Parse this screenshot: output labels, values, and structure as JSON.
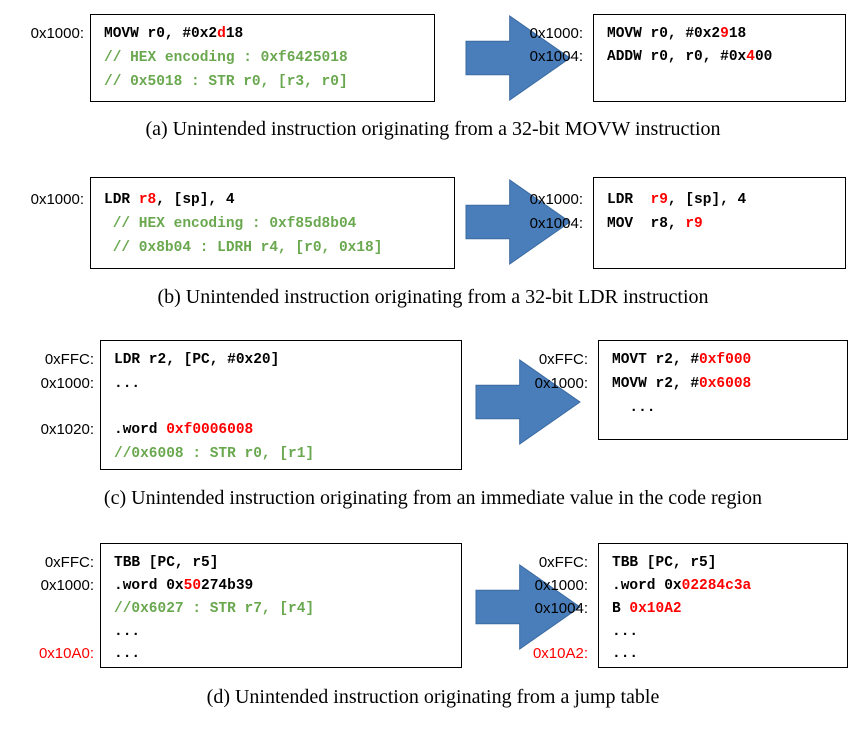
{
  "colors": {
    "text": "#000000",
    "comment": "#6aa84f",
    "highlight": "#ff0000",
    "arrow_fill": "#4a7ebb",
    "arrow_stroke": "#3a6aa0"
  },
  "panels": [
    {
      "id": "a",
      "caption": "(a) Unintended instruction originating from a 32-bit MOVW instruction",
      "left_addresses": [
        {
          "text": "0x1000:",
          "color": "text"
        }
      ],
      "left_lines": [
        [
          {
            "t": "MOVW r0, #0x2",
            "c": "text"
          },
          {
            "t": "d",
            "c": "highlight"
          },
          {
            "t": "18",
            "c": "text"
          }
        ],
        [
          {
            "t": "// HEX encoding : 0xf6425018",
            "c": "comment"
          }
        ],
        [
          {
            "t": "// 0x5018 : STR r0, [r3, r0]",
            "c": "comment"
          }
        ]
      ],
      "right_addresses": [
        {
          "text": "0x1000:",
          "color": "text"
        },
        {
          "text": "0x1004:",
          "color": "text"
        }
      ],
      "right_lines": [
        [
          {
            "t": "MOVW r0, #0x2",
            "c": "text"
          },
          {
            "t": "9",
            "c": "highlight"
          },
          {
            "t": "18",
            "c": "text"
          }
        ],
        [
          {
            "t": "ADDW r0, r0, #0x",
            "c": "text"
          },
          {
            "t": "4",
            "c": "highlight"
          },
          {
            "t": "00",
            "c": "text"
          }
        ]
      ]
    },
    {
      "id": "b",
      "caption": "(b) Unintended instruction originating from a 32-bit LDR instruction",
      "left_addresses": [
        {
          "text": "0x1000:",
          "color": "text"
        }
      ],
      "left_lines": [
        [
          {
            "t": "LDR ",
            "c": "text"
          },
          {
            "t": "r8",
            "c": "highlight"
          },
          {
            "t": ", [sp], 4",
            "c": "text"
          }
        ],
        [
          {
            "t": " // HEX encoding : 0xf85d8b04",
            "c": "comment"
          }
        ],
        [
          {
            "t": " // 0x8b04 : LDRH r4, [r0, 0x18]",
            "c": "comment"
          }
        ]
      ],
      "right_addresses": [
        {
          "text": "0x1000:",
          "color": "text"
        },
        {
          "text": "0x1004:",
          "color": "text"
        }
      ],
      "right_lines": [
        [
          {
            "t": "LDR  ",
            "c": "text"
          },
          {
            "t": "r9",
            "c": "highlight"
          },
          {
            "t": ", [sp], 4",
            "c": "text"
          }
        ],
        [
          {
            "t": "MOV  r8, ",
            "c": "text"
          },
          {
            "t": "r9",
            "c": "highlight"
          }
        ]
      ]
    },
    {
      "id": "c",
      "caption": "(c) Unintended instruction originating from an immediate value in the code region",
      "left_addresses": [
        {
          "text": "0xFFC:",
          "color": "text"
        },
        {
          "text": "0x1000:",
          "color": "text"
        },
        {
          "text": "",
          "color": "text"
        },
        {
          "text": "0x1020:",
          "color": "text"
        }
      ],
      "left_lines": [
        [
          {
            "t": "LDR r2, [PC, #0x20]",
            "c": "text"
          }
        ],
        [
          {
            "t": "...",
            "c": "text"
          }
        ],
        [
          {
            "t": "",
            "c": "text"
          }
        ],
        [
          {
            "t": ".word ",
            "c": "text"
          },
          {
            "t": "0xf0006008",
            "c": "highlight"
          }
        ],
        [
          {
            "t": "//0x6008 : STR r0, [r1]",
            "c": "comment"
          }
        ]
      ],
      "right_addresses": [
        {
          "text": "0xFFC:",
          "color": "text"
        },
        {
          "text": "0x1000:",
          "color": "text"
        }
      ],
      "right_lines": [
        [
          {
            "t": "MOVT r2, #",
            "c": "text"
          },
          {
            "t": "0xf000",
            "c": "highlight"
          }
        ],
        [
          {
            "t": "MOVW r2, #",
            "c": "text"
          },
          {
            "t": "0x6008",
            "c": "highlight"
          }
        ],
        [
          {
            "t": "  ...",
            "c": "text"
          }
        ]
      ]
    },
    {
      "id": "d",
      "caption": "(d) Unintended instruction originating from a jump table",
      "left_addresses": [
        {
          "text": "0xFFC:",
          "color": "text"
        },
        {
          "text": "0x1000:",
          "color": "text"
        },
        {
          "text": "",
          "color": "text"
        },
        {
          "text": "",
          "color": "text"
        },
        {
          "text": "0x10A0:",
          "color": "highlight"
        }
      ],
      "left_lines": [
        [
          {
            "t": "TBB [PC, r5]",
            "c": "text"
          }
        ],
        [
          {
            "t": ".word 0x",
            "c": "text"
          },
          {
            "t": "50",
            "c": "highlight"
          },
          {
            "t": "274b39",
            "c": "text"
          }
        ],
        [
          {
            "t": "//0x6027 : STR r7, [r4]",
            "c": "comment"
          }
        ],
        [
          {
            "t": "...",
            "c": "text"
          }
        ],
        [
          {
            "t": "...",
            "c": "text"
          }
        ]
      ],
      "right_addresses": [
        {
          "text": "0xFFC:",
          "color": "text"
        },
        {
          "text": "0x1000:",
          "color": "text"
        },
        {
          "text": "0x1004:",
          "color": "text"
        },
        {
          "text": "",
          "color": "text"
        },
        {
          "text": "0x10A2:",
          "color": "highlight"
        }
      ],
      "right_lines": [
        [
          {
            "t": "TBB [PC, r5]",
            "c": "text"
          }
        ],
        [
          {
            "t": ".word 0x",
            "c": "text"
          },
          {
            "t": "02284c3a",
            "c": "highlight"
          }
        ],
        [
          {
            "t": "B ",
            "c": "text"
          },
          {
            "t": "0x10A2",
            "c": "highlight"
          }
        ],
        [
          {
            "t": "...",
            "c": "text"
          }
        ],
        [
          {
            "t": "...",
            "c": "text"
          }
        ]
      ]
    }
  ]
}
